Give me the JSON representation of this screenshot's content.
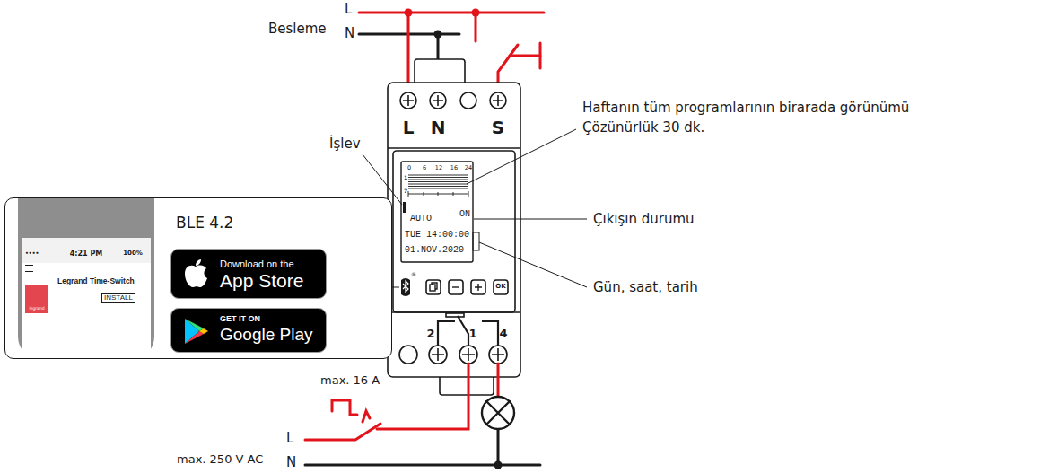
{
  "diagram": {
    "nodes": [
      {
        "text": [
          "BLE 4.2"
        ]
      },
      {
        "text": [
          "••••",
          "4:21 PM",
          "100%",
          "Legrand Time-Switch",
          "INSTALL",
          "legrand"
        ],
        "in": 0
      },
      {
        "text": [
          "Download on the",
          "App Store"
        ],
        "in": 0
      },
      {
        "text": [
          "GET IT ON",
          "Google Play"
        ],
        "in": 0
      },
      {
        "text": [
          "L",
          "N",
          "S",
          "®",
          "OK",
          "2",
          "1",
          "4"
        ]
      },
      {
        "text": [
          "0",
          "6",
          "12",
          "16",
          "24",
          "1",
          "7",
          "AUTO",
          "ON",
          "TUE 14:00:00",
          "01.NOV.2020"
        ],
        "in": 4
      }
    ],
    "labels": [
      "L",
      "N",
      "Besleme",
      "İşlev",
      "Haftanın tüm programlarının birarada görünümü",
      "Çözünürlük 30 dk.",
      "Çıkışın durumu",
      "Gün, saat, tarih",
      "max. 16 A",
      "L",
      "N",
      "max. 250 V AC"
    ]
  }
}
